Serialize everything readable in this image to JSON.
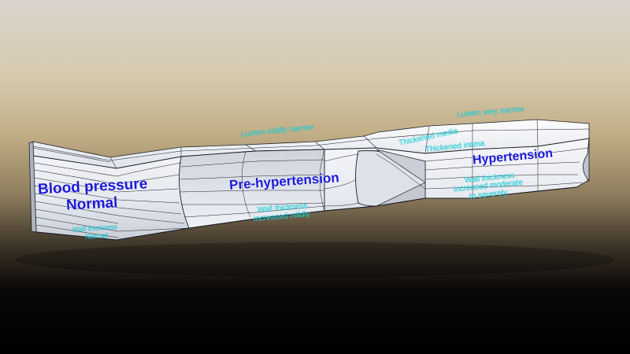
{
  "labels": {
    "normal_title_1": "Blood pressure",
    "normal_title_2": "Normal",
    "normal_wall_1": "Wall thickness",
    "normal_wall_2": "Normal",
    "prehyp_title": "Pre-hypertension",
    "prehyp_lumen": "Lumen mildly narrow",
    "prehyp_wall_1": "Wall thickness",
    "prehyp_wall_2": "increased mildly",
    "hyp_title": "Hypertension",
    "hyp_lumen": "Lumen very narrow",
    "hyp_media": "Thickened media",
    "hyp_intima": "Thickened intima",
    "hyp_wall_1": "Wall thickness",
    "hyp_wall_2": "increased moderate",
    "hyp_wall_3": "to severely"
  },
  "colors": {
    "title": "#1a1ad8",
    "annotation": "#16e6f2",
    "vessel_fill": "#eef1f6",
    "mesh_line": "#1d1f27"
  }
}
